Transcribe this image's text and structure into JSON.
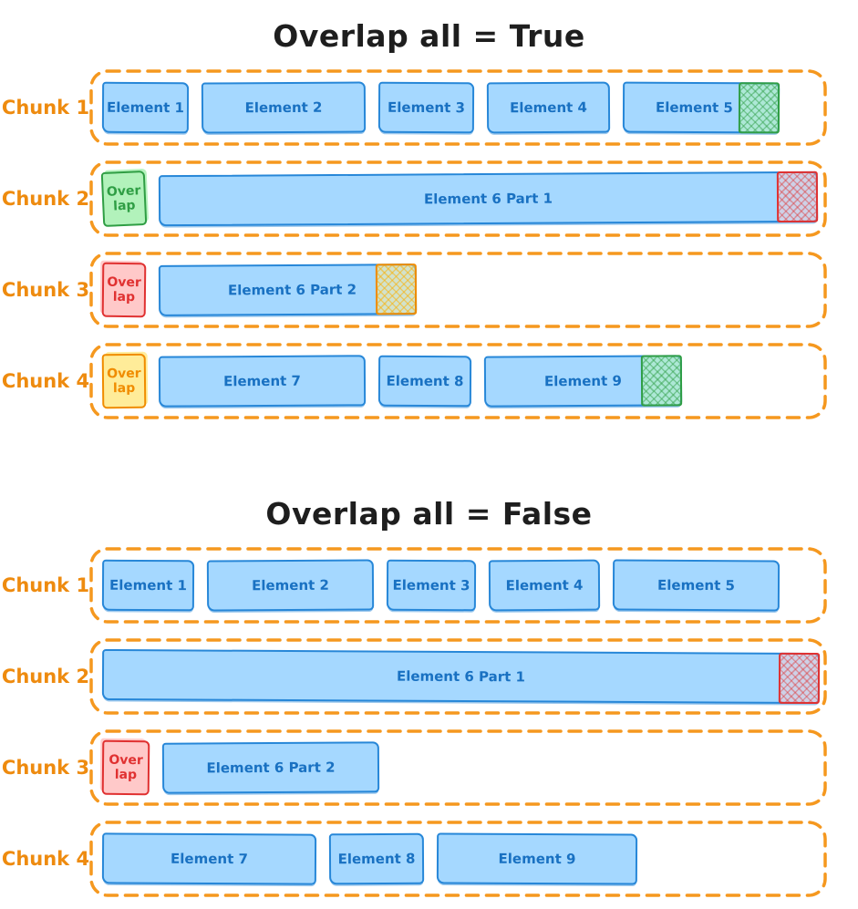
{
  "diagram": {
    "colors": {
      "chunk_label": "#ee8b0f",
      "dashed_border": "#f5981f",
      "element_fill": "#a5d8ff",
      "element_stroke": "#2787d8",
      "element_text": "#1971c2",
      "green_fill": "#b2f2bb",
      "green_stroke": "#2f9e44",
      "red_fill": "#ffc9c9",
      "red_stroke": "#e03131",
      "yellow_fill": "#ffec99",
      "yellow_stroke": "#f08c00",
      "title_text": "#1e1e1e"
    },
    "sections": [
      {
        "title": "Overlap all = True",
        "chunks": [
          {
            "label": "Chunk 1",
            "elements": [
              {
                "label": "Element 1"
              },
              {
                "label": "Element 2"
              },
              {
                "label": "Element 3"
              },
              {
                "label": "Element 4"
              },
              {
                "label": "Element 5",
                "overlay": "green-hatch"
              }
            ]
          },
          {
            "label": "Chunk 2",
            "overlap_box": {
              "line1": "Over",
              "line2": "lap",
              "color": "green"
            },
            "elements": [
              {
                "label": "Element 6 Part 1",
                "overlay": "red-hatch"
              }
            ]
          },
          {
            "label": "Chunk 3",
            "overlap_box": {
              "line1": "Over",
              "line2": "lap",
              "color": "red"
            },
            "elements": [
              {
                "label": "Element 6 Part 2",
                "overlay": "orange-hatch"
              }
            ]
          },
          {
            "label": "Chunk 4",
            "overlap_box": {
              "line1": "Over",
              "line2": "lap",
              "color": "yellow"
            },
            "elements": [
              {
                "label": "Element 7"
              },
              {
                "label": "Element 8"
              },
              {
                "label": "Element 9",
                "overlay": "green-hatch"
              }
            ]
          }
        ]
      },
      {
        "title": "Overlap all = False",
        "chunks": [
          {
            "label": "Chunk 1",
            "elements": [
              {
                "label": "Element 1"
              },
              {
                "label": "Element 2"
              },
              {
                "label": "Element 3"
              },
              {
                "label": "Element 4"
              },
              {
                "label": "Element 5"
              }
            ]
          },
          {
            "label": "Chunk 2",
            "elements": [
              {
                "label": "Element 6 Part 1",
                "overlay": "red-hatch"
              }
            ]
          },
          {
            "label": "Chunk 3",
            "overlap_box": {
              "line1": "Over",
              "line2": "lap",
              "color": "red"
            },
            "elements": [
              {
                "label": "Element 6 Part 2"
              }
            ]
          },
          {
            "label": "Chunk 4",
            "elements": [
              {
                "label": "Element 7"
              },
              {
                "label": "Element 8"
              },
              {
                "label": "Element 9"
              }
            ]
          }
        ]
      }
    ]
  }
}
